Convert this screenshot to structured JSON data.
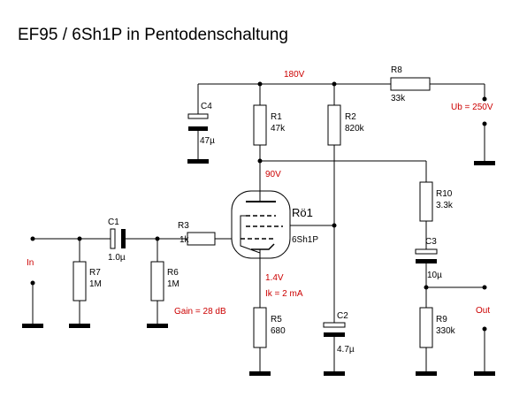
{
  "title": "EF95 / 6Sh1P in Pentodenschaltung",
  "colors": {
    "line": "#000000",
    "annotation": "#cc0000",
    "background": "#ffffff"
  },
  "tube": {
    "name": "Rö1",
    "type": "6Sh1P"
  },
  "voltages": {
    "node_180": "180V",
    "anode": "90V",
    "cathode": "1.4V",
    "ub": "Ub = 250V"
  },
  "notes": {
    "ik": "Ik = 2 mA",
    "gain": "Gain = 28 dB"
  },
  "terminals": {
    "input": "In",
    "output": "Out"
  },
  "components": {
    "r1": {
      "name": "R1",
      "value": "47k"
    },
    "r2": {
      "name": "R2",
      "value": "820k"
    },
    "r3": {
      "name": "R3",
      "value": "1k"
    },
    "r5": {
      "name": "R5",
      "value": "680"
    },
    "r6": {
      "name": "R6",
      "value": "1M"
    },
    "r7": {
      "name": "R7",
      "value": "1M"
    },
    "r8": {
      "name": "R8",
      "value": "33k"
    },
    "r9": {
      "name": "R9",
      "value": "330k"
    },
    "r10": {
      "name": "R10",
      "value": "3.3k"
    },
    "c1": {
      "name": "C1",
      "value": "1.0µ"
    },
    "c2": {
      "name": "C2",
      "value": "4.7µ"
    },
    "c3": {
      "name": "C3",
      "value": "10µ"
    },
    "c4": {
      "name": "C4",
      "value": "47µ"
    }
  }
}
